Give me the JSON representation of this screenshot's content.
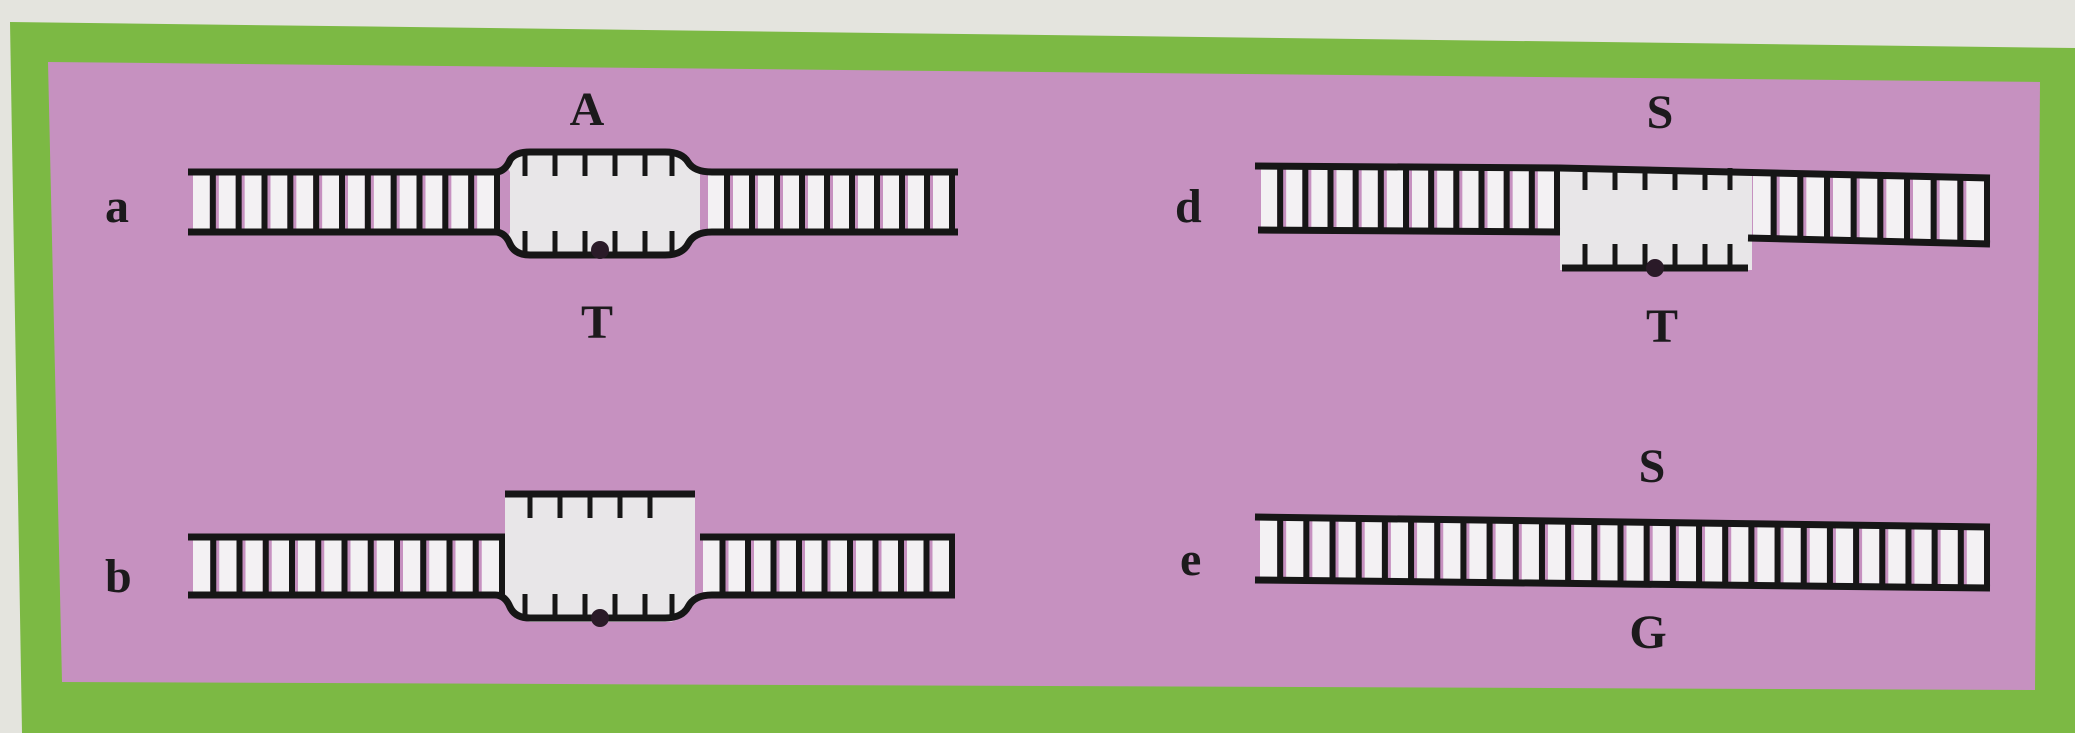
{
  "figure": {
    "border_color": "#7cb944",
    "panel_color": "#c691c0",
    "strand_color": "#161616",
    "gap_fill": "#e8e6e8",
    "panels": {
      "a": {
        "label": "a",
        "top_base": "A",
        "bottom_base": "T"
      },
      "b": {
        "label": "b"
      },
      "d": {
        "label": "d",
        "top_base": "S",
        "bottom_base": "T"
      },
      "e": {
        "label": "e",
        "top_base": "S",
        "bottom_base": "G"
      }
    }
  }
}
